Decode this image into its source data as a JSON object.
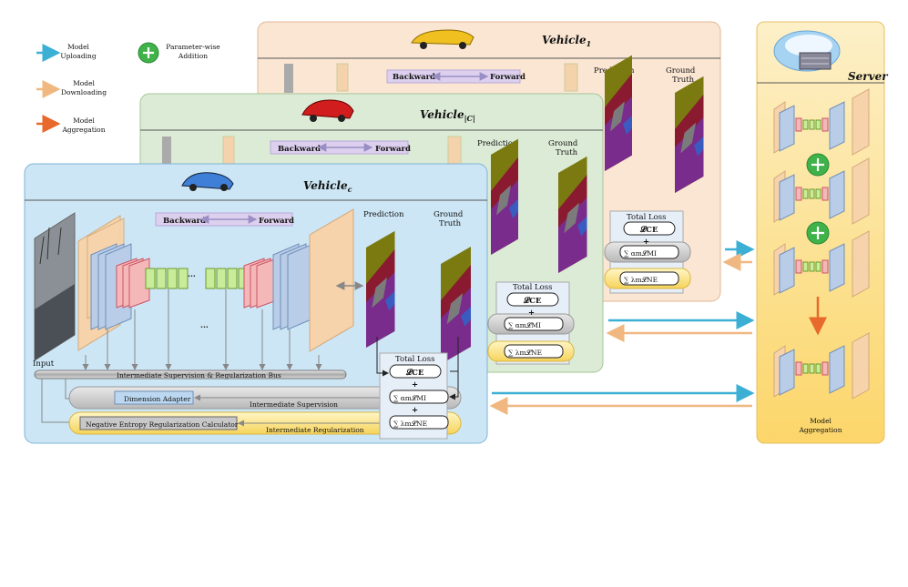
{
  "legend": {
    "uploading": "Model\nUploading",
    "downloading": "Model\nDownloading",
    "aggregation": "Model\nAggregation",
    "addition": "Parameter-wise\nAddition"
  },
  "vehicles": [
    {
      "title": "Vehicle",
      "sub": "1"
    },
    {
      "title": "Vehicle",
      "sub": "|C|"
    },
    {
      "title": "Vehicle",
      "sub": "c"
    }
  ],
  "labels": {
    "backward": "Backward",
    "forward": "Forward",
    "prediction": "Prediction",
    "ground_truth": "Ground\nTruth",
    "total_loss": "Total Loss",
    "input": "Input",
    "bus": "Intermediate Supervision & Regularization Bus",
    "dim_adapter": "Dimension Adapter",
    "inter_sup": "Intermediate Supervision",
    "neg_entropy": "Negative Entropy Regularization Calculator",
    "inter_reg": "Intermediate Regularization",
    "loss_ce": "𝓛CE",
    "loss_mi": "∑ αm𝓛MI",
    "loss_ne": "∑ λm𝓛NE",
    "plus": "+",
    "dots": "···"
  },
  "server": {
    "title": "Server",
    "aggregation": "Model\nAggregation"
  },
  "colors": {
    "upload": "#3bb0d4",
    "download": "#f0b880",
    "aggregate": "#e8692c",
    "vehicle_c": "#cde6f5",
    "vehicle_C": "#dcebd6",
    "vehicle_1": "#fbe6d3",
    "server": "#fde7a8"
  }
}
